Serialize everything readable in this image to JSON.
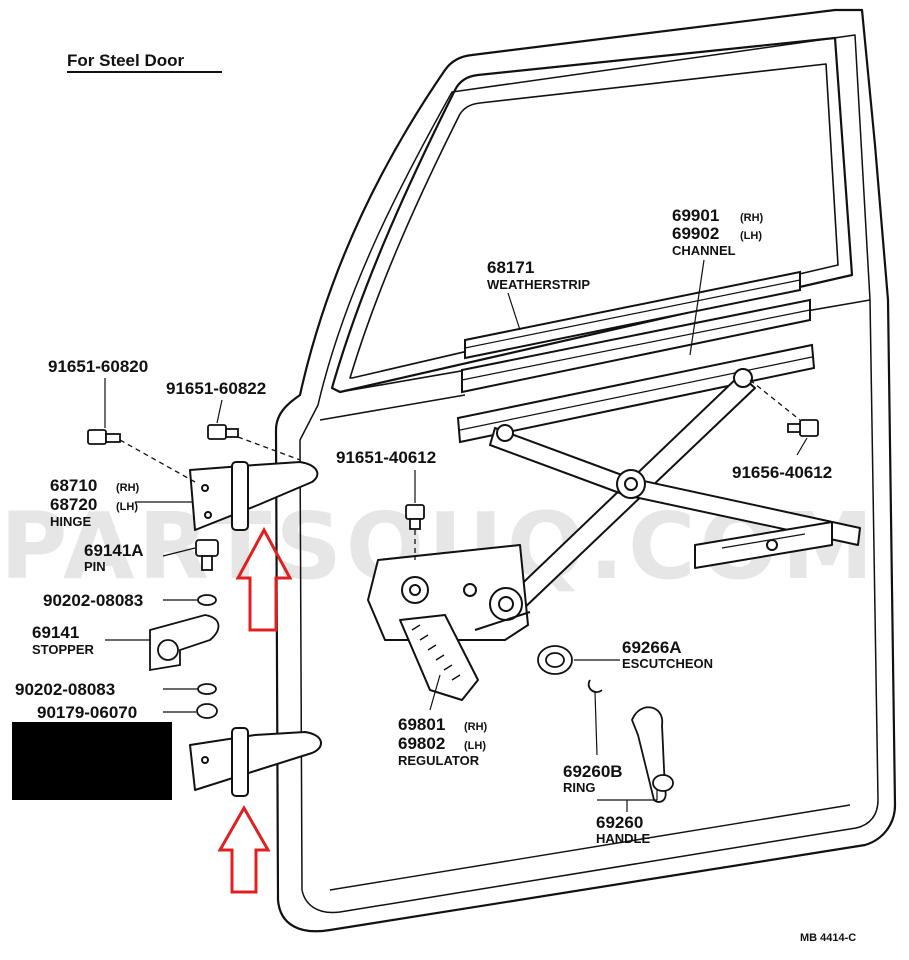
{
  "title": "For Steel Door",
  "watermark": "PARTSOUQ.COM",
  "figure_code": "MB 4414-C",
  "colors": {
    "line": "#111111",
    "arrow": "#e02020",
    "redaction": "#000000",
    "watermark": "#c8c8c8"
  },
  "parts": {
    "p91651_60820": {
      "number": "91651-60820"
    },
    "p91651_60822": {
      "number": "91651-60822"
    },
    "p68710": {
      "number_rh": "68710",
      "side_rh": "(RH)",
      "number_lh": "68720",
      "side_lh": "(LH)",
      "name": "HINGE"
    },
    "p69141a": {
      "number": "69141A",
      "name": "PIN"
    },
    "p90202_a": {
      "number": "90202-08083"
    },
    "p69141": {
      "number": "69141",
      "name": "STOPPER"
    },
    "p90202_b": {
      "number": "90202-08083"
    },
    "p90179": {
      "number": "90179-06070"
    },
    "p68171": {
      "number": "68171",
      "name": "WEATHERSTRIP"
    },
    "p69901": {
      "number_rh": "69901",
      "side_rh": "(RH)",
      "number_lh": "69902",
      "side_lh": "(LH)",
      "name": "CHANNEL"
    },
    "p91651_40612": {
      "number": "91651-40612"
    },
    "p91656_40612": {
      "number": "91656-40612"
    },
    "p69266a": {
      "number": "69266A",
      "name": "ESCUTCHEON"
    },
    "p69801": {
      "number_rh": "69801",
      "side_rh": "(RH)",
      "number_lh": "69802",
      "side_lh": "(LH)",
      "name": "REGULATOR"
    },
    "p69260b": {
      "number": "69260B",
      "name": "RING"
    },
    "p69260": {
      "number": "69260",
      "name": "HANDLE"
    }
  }
}
